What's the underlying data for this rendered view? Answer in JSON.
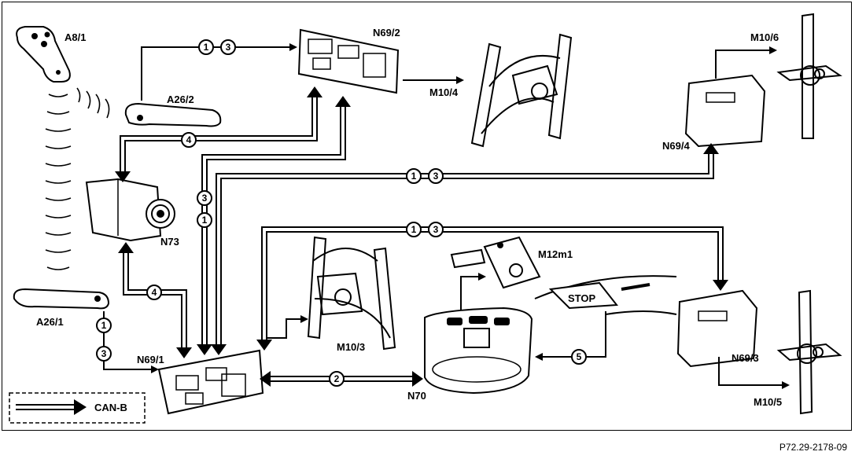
{
  "labels": {
    "a8_1": "A8/1",
    "a26_2": "A26/2",
    "a26_1": "A26/1",
    "n73": "N73",
    "n69_1": "N69/1",
    "n69_2": "N69/2",
    "n69_3": "N69/3",
    "n69_4": "N69/4",
    "n70": "N70",
    "m10_3": "M10/3",
    "m10_4": "M10/4",
    "m10_5": "M10/5",
    "m10_6": "M10/6",
    "m12m1": "M12m1",
    "stop": "STOP"
  },
  "legend": {
    "text": "CAN-B"
  },
  "connections": {
    "n1": "1",
    "n2": "2",
    "n3": "3",
    "n4": "4",
    "n5": "5"
  },
  "footer": {
    "ref": "P72.29-2178-09"
  }
}
